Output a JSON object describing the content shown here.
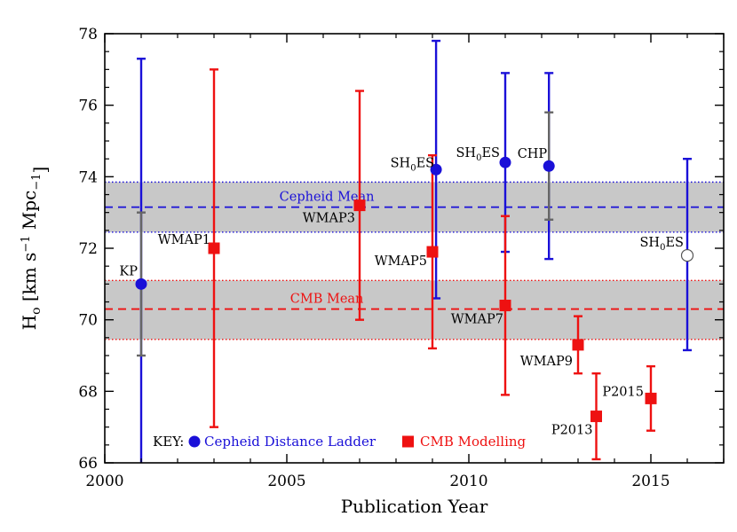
{
  "chart_data": {
    "type": "scatter",
    "xlabel": "Publication Year",
    "ylabel": "H",
    "ylabel_sub": "o",
    "ylabel_unit_parts": [
      " [km s",
      "−1",
      " Mpc",
      "−1",
      "]"
    ],
    "xlim": [
      2000,
      2017
    ],
    "ylim": [
      66,
      78
    ],
    "xticks": [
      "2000",
      "2005",
      "2010",
      "2015"
    ],
    "yticks": [
      "66",
      "68",
      "70",
      "72",
      "74",
      "76",
      "78"
    ],
    "grid": false,
    "colors": {
      "cepheid": "#1a10d8",
      "cmb": "#ee1111",
      "band": "#c8c8c8",
      "inner_err": "#666666"
    },
    "bands": [
      {
        "name": "Cepheid Mean",
        "mean": 73.15,
        "low": 72.45,
        "high": 73.85,
        "color": "#1a10d8"
      },
      {
        "name": "CMB Mean",
        "mean": 70.3,
        "low": 69.45,
        "high": 71.1,
        "color": "#ee1111"
      }
    ],
    "series": [
      {
        "name": "Cepheid Distance Ladder",
        "marker": "circle",
        "points": [
          {
            "label": "KP",
            "x": 2001,
            "y": 71.0,
            "low": 66.0,
            "high": 77.3,
            "inner_low": 69.0,
            "inner_high": 73.0
          },
          {
            "label": "SH",
            "sub": "0",
            "suffix": "ES",
            "x": 2009.1,
            "y": 74.2,
            "low": 70.6,
            "high": 77.8
          },
          {
            "label": "SH",
            "sub": "0",
            "suffix": "ES",
            "x": 2011,
            "y": 74.4,
            "low": 71.9,
            "high": 76.9
          },
          {
            "label": "CHP",
            "x": 2012.2,
            "y": 74.3,
            "low": 71.7,
            "high": 76.9,
            "inner_low": 72.8,
            "inner_high": 75.8
          },
          {
            "label": "SH",
            "sub": "0",
            "suffix": "ES",
            "x": 2016,
            "y": 71.8,
            "low": 69.15,
            "high": 74.5,
            "open": true
          }
        ]
      },
      {
        "name": "CMB Modelling",
        "marker": "square",
        "points": [
          {
            "label": "WMAP1",
            "x": 2003,
            "y": 72.0,
            "low": 67.0,
            "high": 77.0
          },
          {
            "label": "WMAP3",
            "x": 2007,
            "y": 73.2,
            "low": 70.0,
            "high": 76.4
          },
          {
            "label": "WMAP5",
            "x": 2009,
            "y": 71.9,
            "low": 69.2,
            "high": 74.6
          },
          {
            "label": "WMAP7",
            "x": 2011,
            "y": 70.4,
            "low": 67.9,
            "high": 72.9
          },
          {
            "label": "WMAP9",
            "x": 2013,
            "y": 69.3,
            "low": 68.5,
            "high": 70.1
          },
          {
            "label": "P2013",
            "x": 2013.5,
            "y": 67.3,
            "low": 66.1,
            "high": 68.5
          },
          {
            "label": "P2015",
            "x": 2015,
            "y": 67.8,
            "low": 66.9,
            "high": 68.7
          }
        ]
      }
    ],
    "key": {
      "prefix": "KEY:",
      "items": [
        "Cepheid Distance Ladder",
        "CMB Modelling"
      ]
    }
  }
}
